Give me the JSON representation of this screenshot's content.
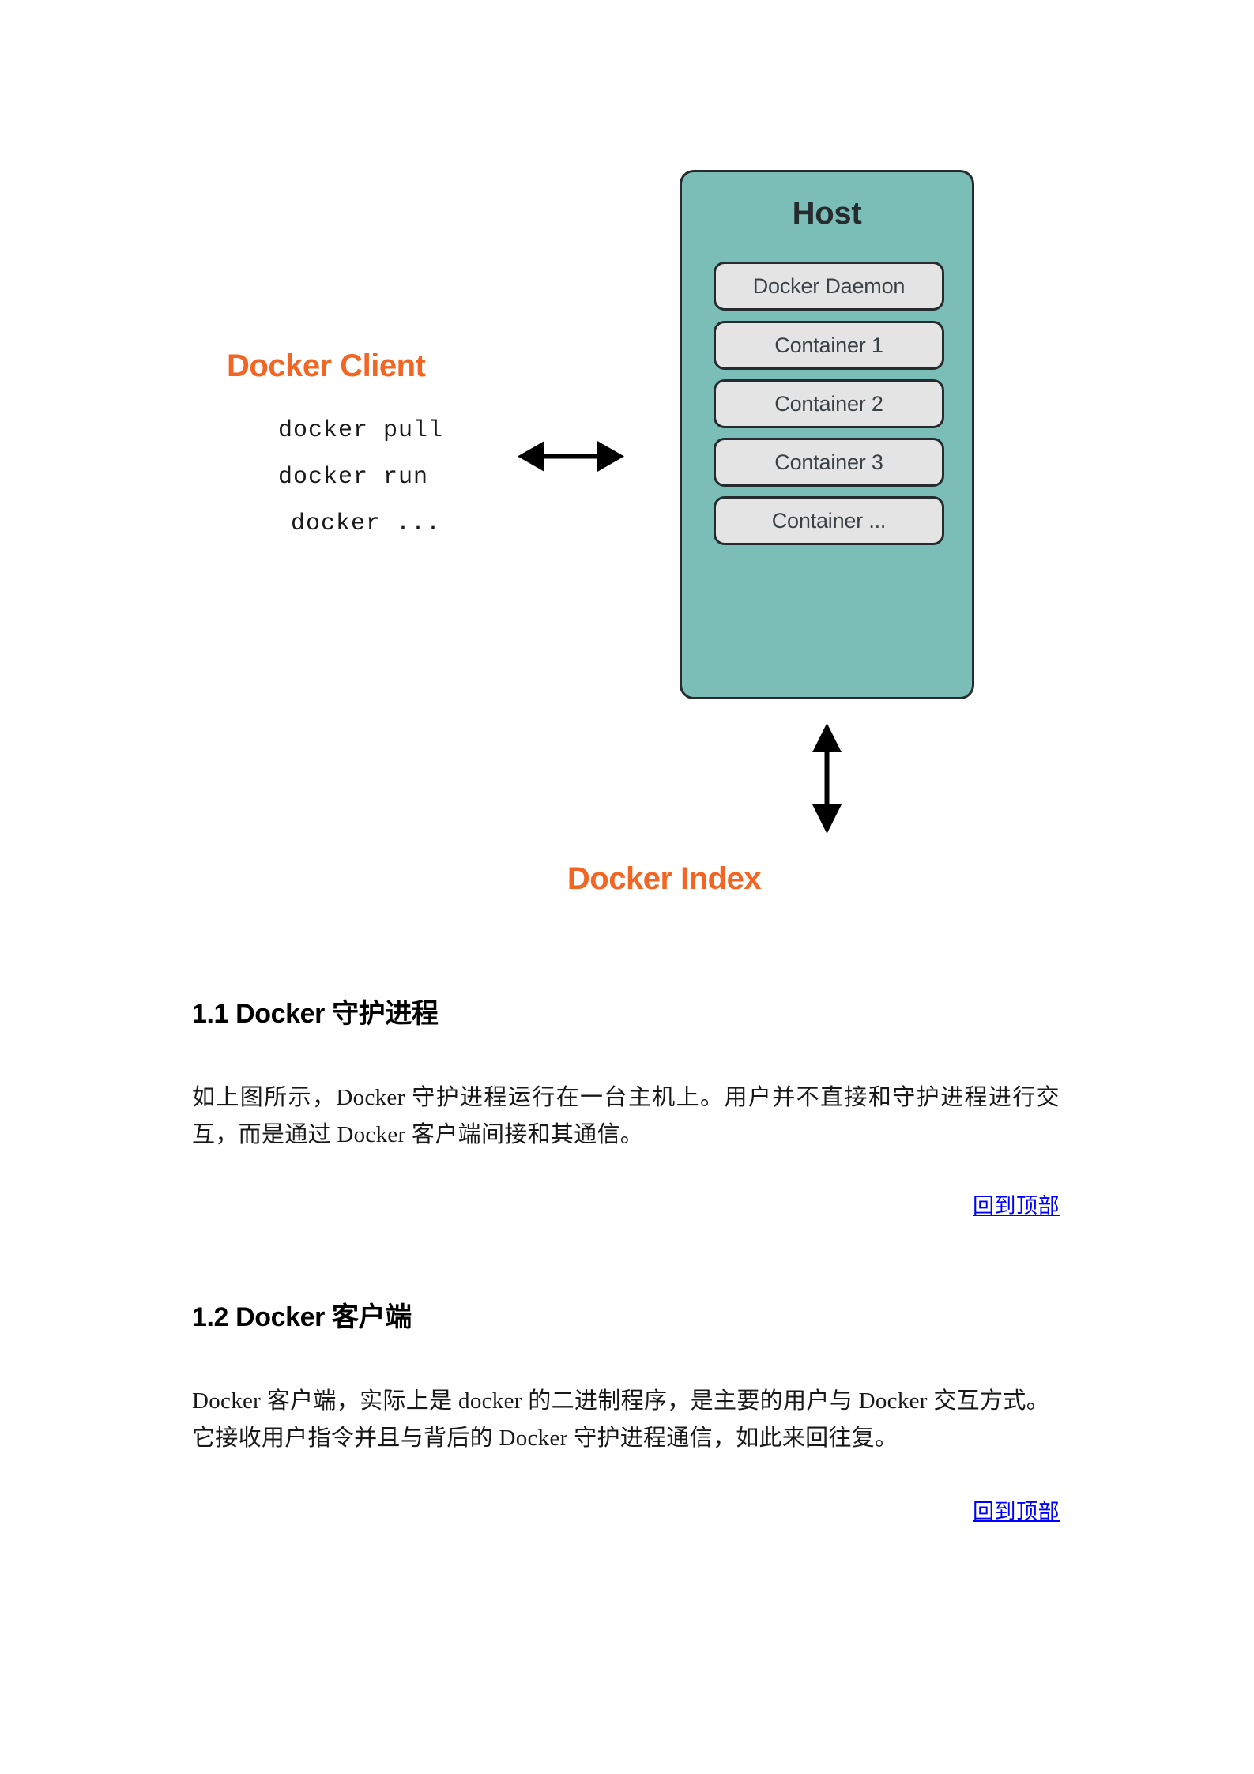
{
  "diagram": {
    "client": {
      "title": "Docker Client",
      "title_color": "#F26522",
      "commands": [
        "docker pull",
        "docker run",
        "docker ..."
      ]
    },
    "host": {
      "title": "Host",
      "fill_color": "#7BBEB8",
      "border_color": "#262b2e",
      "children": [
        "Docker Daemon",
        "Container 1",
        "Container 2",
        "Container 3",
        "Container ..."
      ],
      "child_fill_color": "#E4E4E4"
    },
    "index": {
      "title": "Docker Index",
      "title_color": "#F26522"
    },
    "arrows": {
      "client_host": "horizontal-double-arrow",
      "host_index": "vertical-double-arrow"
    }
  },
  "content": {
    "sections": [
      {
        "heading": "1.1 Docker  守护进程",
        "body": "如上图所示，Docker 守护进程运行在一台主机上。用户并不直接和守护进程进行交互，而是通过 Docker 客户端间接和其通信。",
        "back_to_top": "回到顶部"
      },
      {
        "heading": "1.2 Docker  客户端",
        "body": "Docker 客户端，实际上是 docker 的二进制程序，是主要的用户与 Docker 交互方式。它接收用户指令并且与背后的 Docker 守护进程通信，如此来回往复。",
        "back_to_top": "回到顶部"
      }
    ],
    "link_color": "#0000FF"
  }
}
